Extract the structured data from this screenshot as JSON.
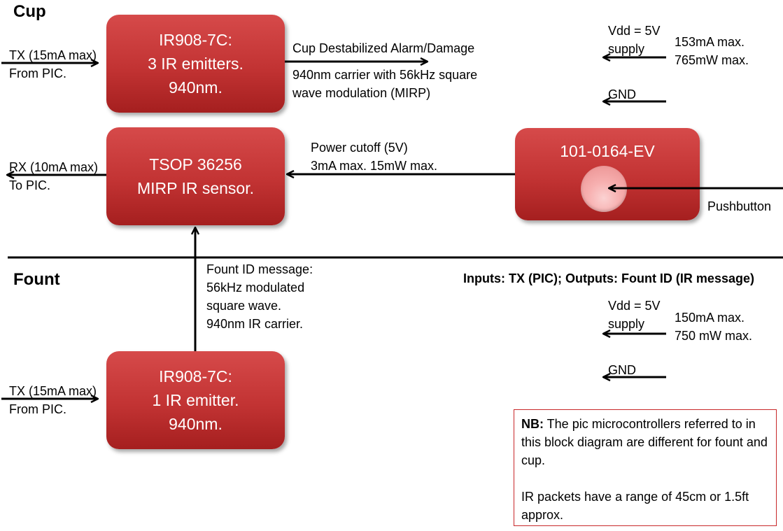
{
  "sections": {
    "cup": "Cup",
    "fount": "Fount"
  },
  "blocks": {
    "ir_emitter_cup": [
      "IR908-7C:",
      "3 IR emitters.",
      "940nm."
    ],
    "tsop": [
      "TSOP 36256",
      "MIRP IR sensor."
    ],
    "switch": [
      "101-0164-EV"
    ],
    "ir_emitter_fount": [
      "IR908-7C:",
      "1 IR emitter.",
      "940nm."
    ]
  },
  "labels": {
    "tx_cup": [
      "TX (15mA max)",
      "From PIC."
    ],
    "rx_cup": [
      "RX (10mA max)",
      "To PIC."
    ],
    "alarm": [
      "Cup Destabilized Alarm/Damage",
      "940nm carrier with 56kHz square",
      "wave modulation (MIRP)"
    ],
    "power_cutoff": [
      "Power cutoff (5V)",
      "3mA max. 15mW max."
    ],
    "vdd_cup": [
      "Vdd = 5V",
      "supply"
    ],
    "current_cup": [
      "153mA max.",
      "765mW max."
    ],
    "gnd_cup": "GND",
    "pushbutton": "Pushbutton",
    "fount_message": [
      "Fount ID message:",
      "56kHz modulated",
      "square wave.",
      "940nm IR carrier."
    ],
    "io_summary": "Inputs: TX (PIC); Outputs: Fount ID (IR message)",
    "vdd_fount": [
      "Vdd = 5V",
      "supply"
    ],
    "current_fount": [
      "150mA max.",
      "750 mW max."
    ],
    "gnd_fount": "GND",
    "tx_fount": [
      "TX (15mA max)",
      "From PIC."
    ]
  },
  "note": {
    "bold_prefix": "NB:",
    "line1": " The pic microcontrollers referred to in this block diagram are different for fount and cup.",
    "line2": "IR packets have a range of 45cm or 1.5ft approx."
  },
  "colors": {
    "block_fill": "#c23333",
    "note_border": "#c8282a",
    "button": "#f7b0b0"
  }
}
